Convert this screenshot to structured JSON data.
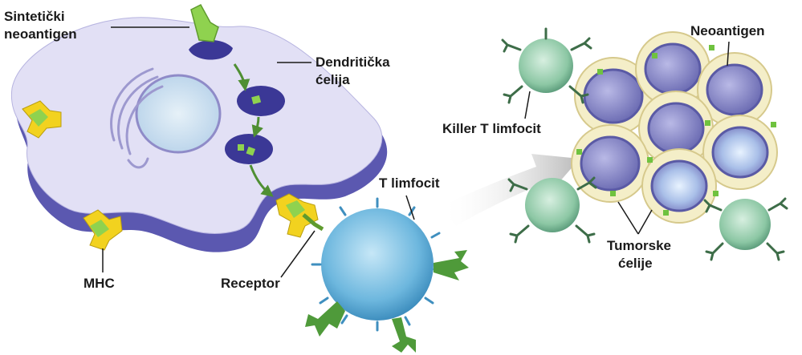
{
  "labels": {
    "synthetic_neoantigen_line1": "Sintetički",
    "synthetic_neoantigen_line2": "neoantigen",
    "dendritic_cell_line1": "Dendritička",
    "dendritic_cell_line2": "ćelija",
    "mhc": "MHC",
    "receptor": "Receptor",
    "t_lymphocyte": "T limfocit",
    "killer_t_lymphocyte": "Killer T limfocit",
    "neoantigen": "Neoantigen",
    "tumor_cells_line1": "Tumorske",
    "tumor_cells_line2": "ćelije"
  },
  "colors": {
    "dendritic_body": "#dedcf3",
    "dendritic_edge": "#4a479d",
    "nucleus": "#c7dcef",
    "antigen_green": "#7fc24a",
    "mhc_yellow": "#f0d21e",
    "t_cell_blue": "#5aa9d3",
    "killer_cell_green": "#8fc9a6",
    "tumor_cytoplasm": "#f3ecc4",
    "tumor_nucleus": "#8f8fcc",
    "arrow_gray": "#c9c9c9"
  }
}
